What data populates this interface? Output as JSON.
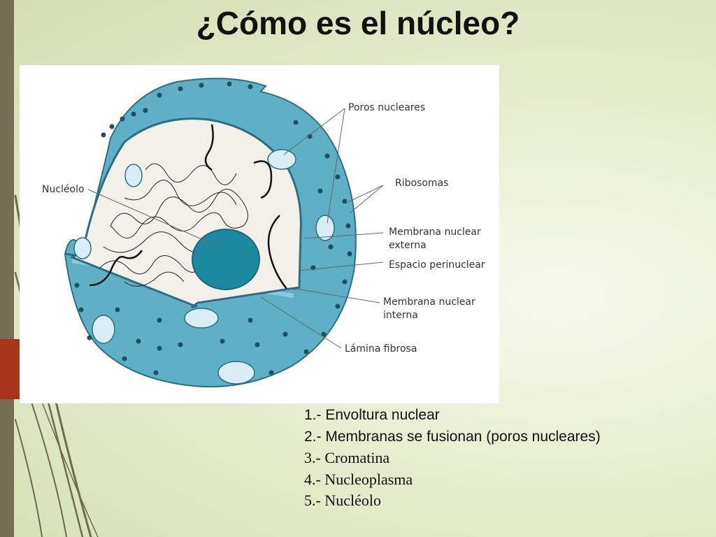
{
  "slide": {
    "title": "¿Cómo es el núcleo?"
  },
  "diagram": {
    "labels": {
      "poros": "Poros nucleares",
      "ribosomas": "Ribosomas",
      "nucleolo": "Nucléolo",
      "membrana_externa_1": "Membrana nuclear",
      "membrana_externa_2": "externa",
      "espacio": "Espacio perinuclear",
      "membrana_interna_1": "Membrana nuclear",
      "membrana_interna_2": "interna",
      "lamina": "Lámina fibrosa"
    }
  },
  "parts_list": [
    "1.- Envoltura nuclear",
    "2.- Membranas se fusionan (poros nucleares)",
    "3.- Cromatina",
    "4.- Nucleoplasma",
    "5.- Nucléolo"
  ],
  "colors": {
    "nucleus_membrane": "#5fb0c6",
    "nucleolus": "#1b8aa1",
    "nucleoplasm": "#f3f0ea",
    "accent_bar": "#a6351c"
  }
}
